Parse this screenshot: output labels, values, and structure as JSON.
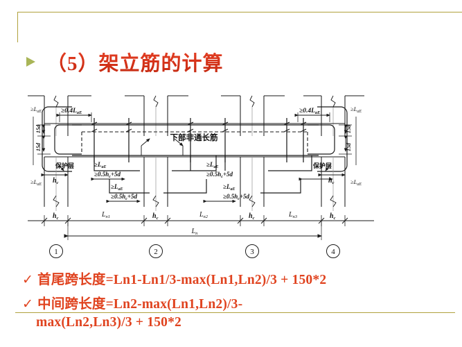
{
  "slide": {
    "background_color": "#ffffff",
    "frame_color": "#b0a13c",
    "accent_color": "#e0431f",
    "bullet_color": "#9aa83a"
  },
  "title": {
    "bullet_icon": "triangle-right-icon",
    "text": "（5）架立筋的计算"
  },
  "formulas": [
    {
      "check": "✓",
      "text": "首尾跨长度=Ln1-Ln1/3-max(Ln1,Ln2)/3 + 150*2"
    },
    {
      "check": "✓",
      "text": "中间跨长度=Ln2-max(Ln1,Ln2)/3-"
    },
    {
      "check": "",
      "text": "max(Ln2,Ln3)/3  + 150*2"
    }
  ],
  "diagram": {
    "name": "beam-reinforcement-detail",
    "center_note": "下部非通长筋",
    "cover_label_left": "保护层",
    "cover_label_right": "保护层",
    "end_labels": {
      "anchor_top_left": "≥Lₐₑ",
      "anchor_bottom_left": "≥Lₐₑ",
      "anchor_top_right": "≥Lₐₑ",
      "anchor_bottom_right": "≥Lₐₑ",
      "bend_left": "≥0.4Lₐₑ",
      "bend_right": "≥0.4Lₐₑ",
      "hook_upper_left": "15d",
      "hook_lower_left": "15d",
      "hook_upper_right": "15d",
      "hook_lower_right": "15d",
      "column_left": "hc",
      "column_right": "hc"
    },
    "interior_labels": [
      {
        "top": "≥Lₐₑ",
        "bottom": "≥0.5hc+5d"
      },
      {
        "top": "≥Lₐₑ",
        "bottom": "≥0.5hc+5d"
      },
      {
        "top": "≥Lₐₑ",
        "bottom": "≥0.5hc+5d"
      },
      {
        "top": "≥Lₐₑ",
        "bottom": "≥0.5hc+5d"
      }
    ],
    "dimensions": {
      "columns": [
        "hc",
        "hc",
        "hc",
        "hc"
      ],
      "spans": [
        "Ln1",
        "Ln2",
        "Ln3"
      ],
      "total": "Ln"
    },
    "axis_marks": [
      "1",
      "2",
      "3",
      "4"
    ]
  }
}
